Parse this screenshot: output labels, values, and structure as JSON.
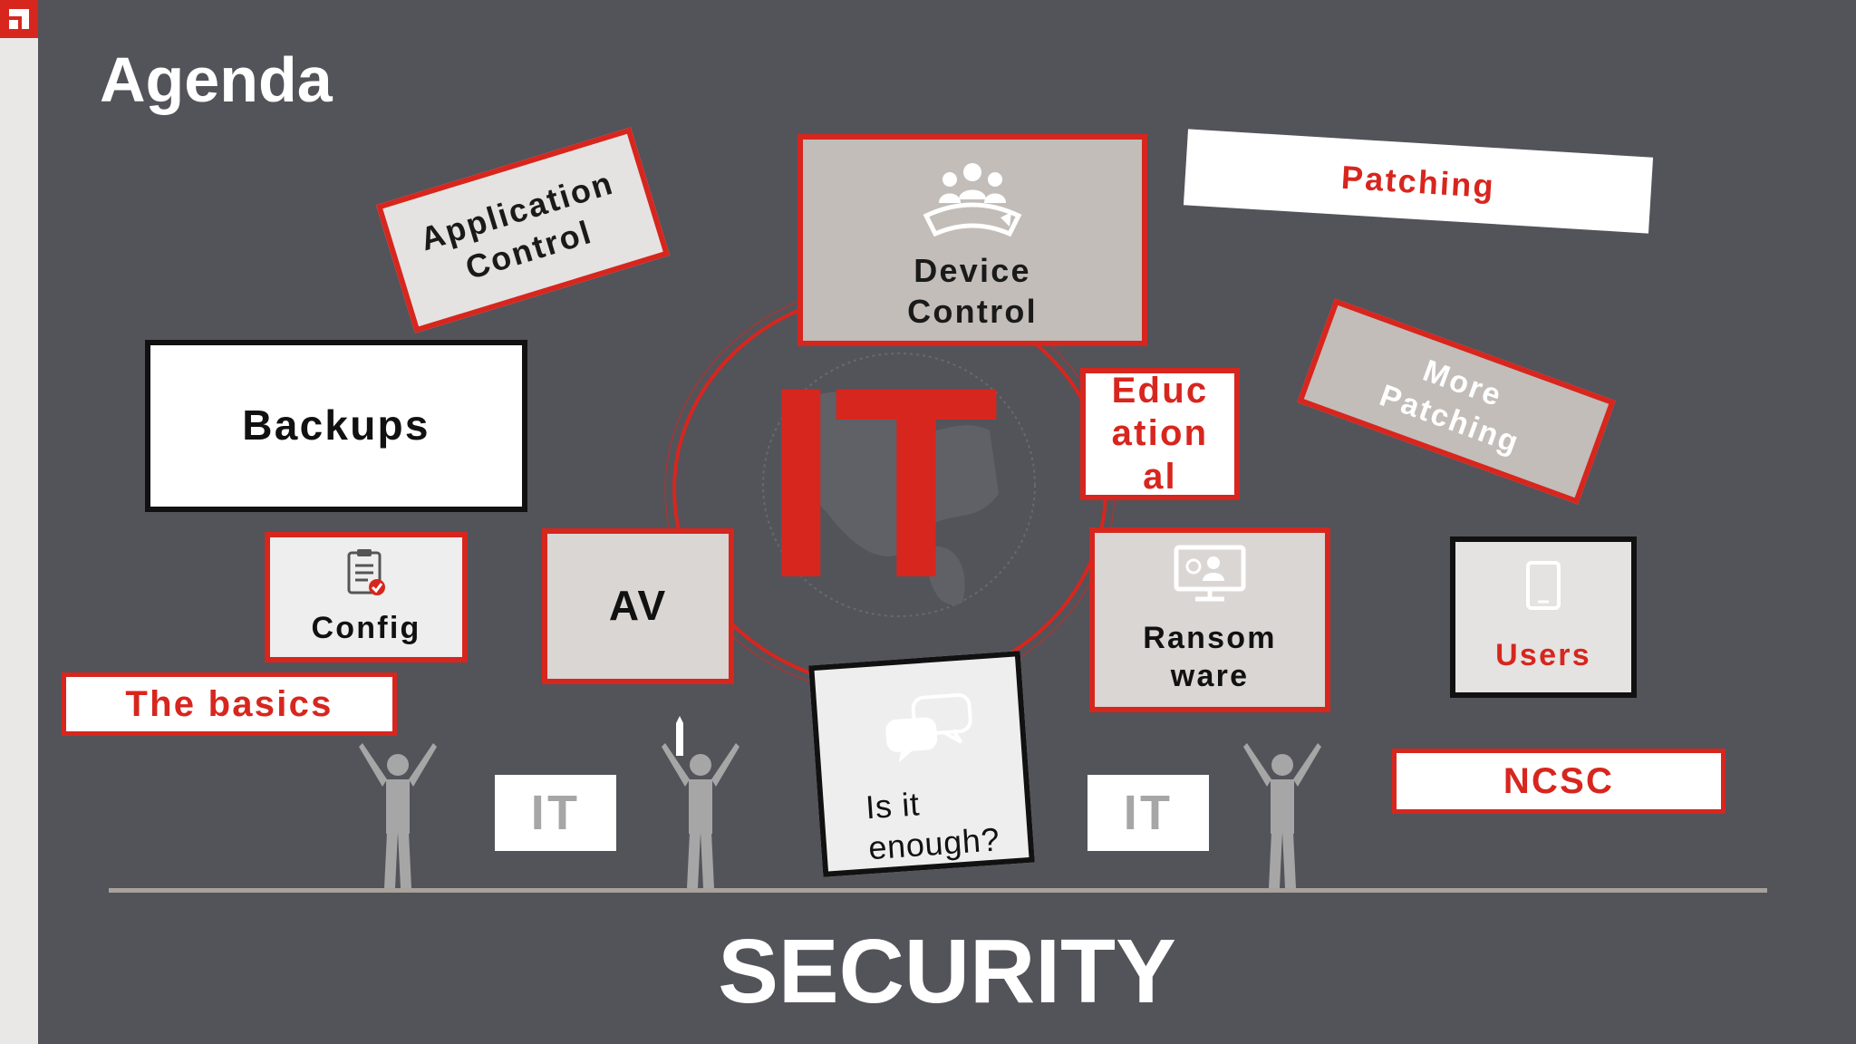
{
  "slide": {
    "title": "Agenda",
    "center_label": "IT",
    "footer_label": "SECURITY",
    "colors": {
      "background": "#53535a",
      "accent": "#d7261e",
      "light_box": "#e4e3e1",
      "grey_box": "#c2bdb8"
    }
  },
  "boxes": {
    "application_control": "Application\nControl",
    "device_control": "Device\nControl",
    "patching": "Patching",
    "backups": "Backups",
    "educational": "Educ\nation\nal",
    "more_patching": "More\nPatching",
    "config": "Config",
    "av": "AV",
    "ransomware": "Ransom\nware",
    "users": "Users",
    "the_basics": "The basics",
    "is_it_enough": "Is it\nenough?",
    "ncsc": "NCSC"
  },
  "badges": {
    "left": "IT",
    "right": "IT"
  },
  "icons": {
    "device_control": "meeting-group-icon",
    "config": "clipboard-check-icon",
    "ransomware": "monitor-user-icon",
    "users": "tablet-icon",
    "is_it_enough": "speech-bubbles-icon"
  }
}
